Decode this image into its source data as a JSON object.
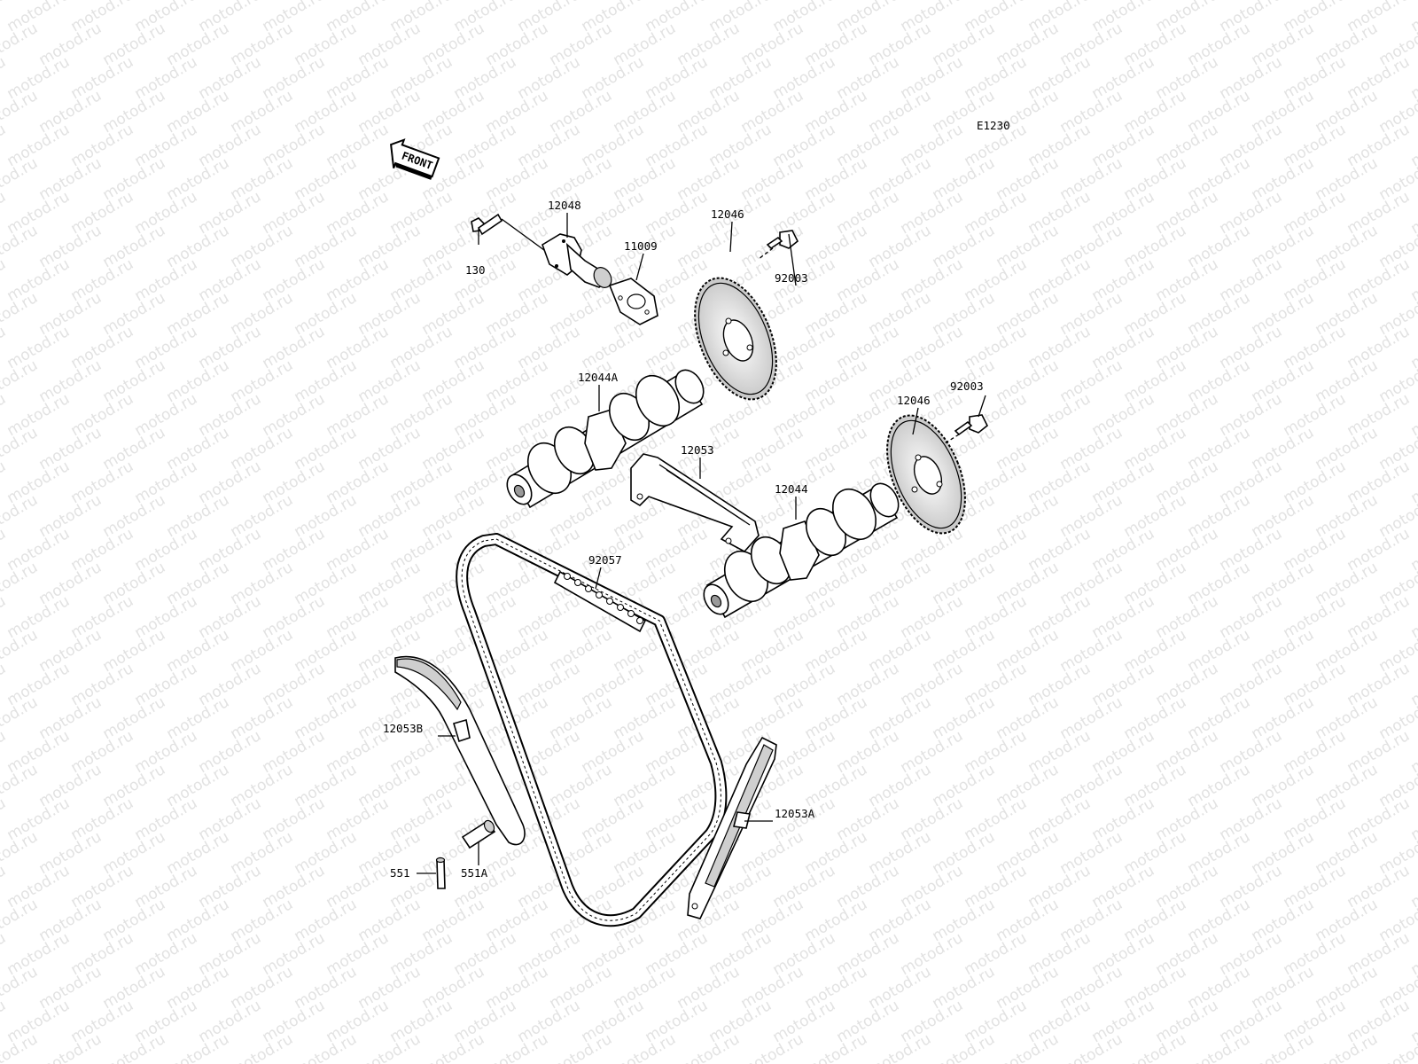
{
  "watermark": "motod.ru",
  "diagram_code": "E1230",
  "front_label": "FRONT",
  "labels": {
    "p130": "130",
    "p12048": "12048",
    "p11009": "11009",
    "p12046_top": "12046",
    "p92003_top": "92003",
    "p12044A": "12044A",
    "p12046_right": "12046",
    "p92003_right": "92003",
    "p12053": "12053",
    "p12044": "12044",
    "p92057": "92057",
    "p12053B": "12053B",
    "p12053A": "12053A",
    "p551": "551",
    "p551A": "551A"
  }
}
